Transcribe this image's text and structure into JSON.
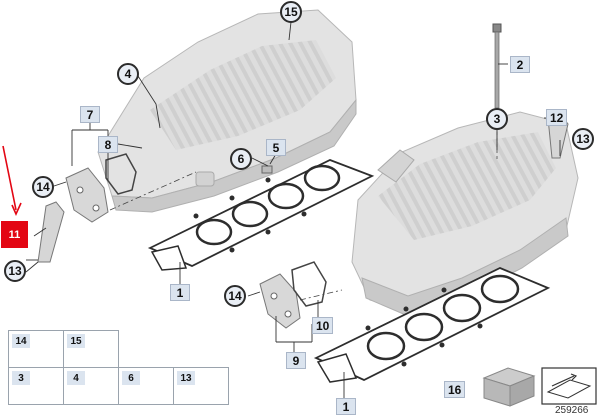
{
  "diagram": {
    "reference_number": "259266",
    "callouts": {
      "c15_top": "15",
      "c2": "2",
      "c4": "4",
      "c7": "7",
      "c3_right": "3",
      "c12": "12",
      "c8": "8",
      "c6": "6",
      "c5": "5",
      "c14_left": "14",
      "c11": "11",
      "c13_left": "13",
      "c1_left": "1",
      "c14_mid": "14",
      "c10": "10",
      "c9": "9",
      "c1_bottom": "1",
      "c13_right": "13",
      "c16": "16"
    },
    "legend": [
      "14",
      "15",
      "3",
      "4",
      "6",
      "13"
    ]
  }
}
